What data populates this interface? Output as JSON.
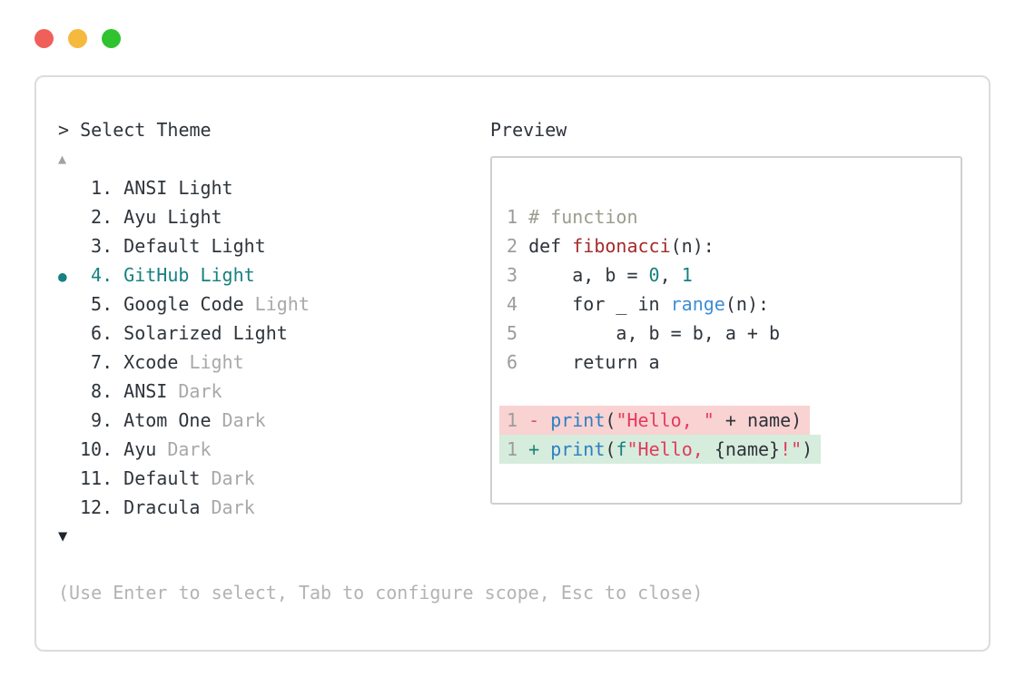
{
  "colors": {
    "accent": "#178080",
    "text": "#2e343b",
    "muted": "#a8a8a8",
    "help": "#b3b3b3",
    "comment": "#9c9c8e",
    "line_number": "#9c9c9c",
    "func_name": "#a52a2a",
    "builtin": "#3e8ed6",
    "call": "#2d7fc1",
    "string": "#e23a5e",
    "removed_marker": "#e14f63",
    "added_marker": "#1c8474",
    "removed_bg": "#f9d2d2",
    "added_bg": "#d6ecdc",
    "panel_border": "#dcdcdc",
    "preview_border": "#d0d0d0",
    "arrow_up": "#a2a2a2",
    "arrow_down": "#20262c",
    "traffic_red": "#f0605a",
    "traffic_yellow": "#f5b93e",
    "traffic_green": "#2fc32f"
  },
  "prompt": {
    "caret": ">",
    "title": "Select Theme"
  },
  "scroll": {
    "up": "▲",
    "down": "▼"
  },
  "list": {
    "selected_marker": "●",
    "items": [
      {
        "number": " 1.",
        "name": "ANSI Light",
        "variant": "",
        "selected": false
      },
      {
        "number": " 2.",
        "name": "Ayu Light",
        "variant": "",
        "selected": false
      },
      {
        "number": " 3.",
        "name": "Default Light",
        "variant": "",
        "selected": false
      },
      {
        "number": " 4.",
        "name": "GitHub Light",
        "variant": "",
        "selected": true
      },
      {
        "number": " 5.",
        "name": "Google Code",
        "variant": "Light",
        "selected": false
      },
      {
        "number": " 6.",
        "name": "Solarized Light",
        "variant": "",
        "selected": false
      },
      {
        "number": " 7.",
        "name": "Xcode",
        "variant": "Light",
        "selected": false
      },
      {
        "number": " 8.",
        "name": "ANSI",
        "variant": "Dark",
        "selected": false
      },
      {
        "number": " 9.",
        "name": "Atom One",
        "variant": "Dark",
        "selected": false
      },
      {
        "number": "10.",
        "name": "Ayu",
        "variant": "Dark",
        "selected": false
      },
      {
        "number": "11.",
        "name": "Default",
        "variant": "Dark",
        "selected": false
      },
      {
        "number": "12.",
        "name": "Dracula",
        "variant": "Dark",
        "selected": false
      }
    ]
  },
  "preview": {
    "title": "Preview",
    "lines": [
      {
        "n": "1",
        "tokens": [
          [
            "# function",
            "cmt"
          ]
        ]
      },
      {
        "n": "2",
        "tokens": [
          [
            "def ",
            "txt"
          ],
          [
            "fibonacci",
            "fn"
          ],
          [
            "(n):",
            "txt"
          ]
        ]
      },
      {
        "n": "3",
        "tokens": [
          [
            "    a, b = ",
            "txt"
          ],
          [
            "0",
            "num"
          ],
          [
            ", ",
            "txt"
          ],
          [
            "1",
            "num"
          ]
        ]
      },
      {
        "n": "4",
        "tokens": [
          [
            "    for _ in ",
            "txt"
          ],
          [
            "range",
            "blt"
          ],
          [
            "(n):",
            "txt"
          ]
        ]
      },
      {
        "n": "5",
        "tokens": [
          [
            "        a, b = b, a + b",
            "txt"
          ]
        ]
      },
      {
        "n": "6",
        "tokens": [
          [
            "    return a",
            "txt"
          ]
        ]
      },
      {
        "n": "",
        "tokens": []
      },
      {
        "n": "1",
        "kind": "removed",
        "tokens": [
          [
            "- ",
            "rm"
          ],
          [
            "print",
            "call"
          ],
          [
            "(",
            "txt"
          ],
          [
            "\"Hello, \"",
            "str"
          ],
          [
            " + name)",
            "txt"
          ]
        ]
      },
      {
        "n": "1",
        "kind": "added",
        "tokens": [
          [
            "+ ",
            "ad"
          ],
          [
            "print",
            "call"
          ],
          [
            "(",
            "txt"
          ],
          [
            "f",
            "fpx"
          ],
          [
            "\"Hello, ",
            "str"
          ],
          [
            "{name}",
            "txt"
          ],
          [
            "!\"",
            "str"
          ],
          [
            ")",
            "txt"
          ]
        ]
      }
    ]
  },
  "help": "(Use Enter to select, Tab to configure scope, Esc to close)"
}
